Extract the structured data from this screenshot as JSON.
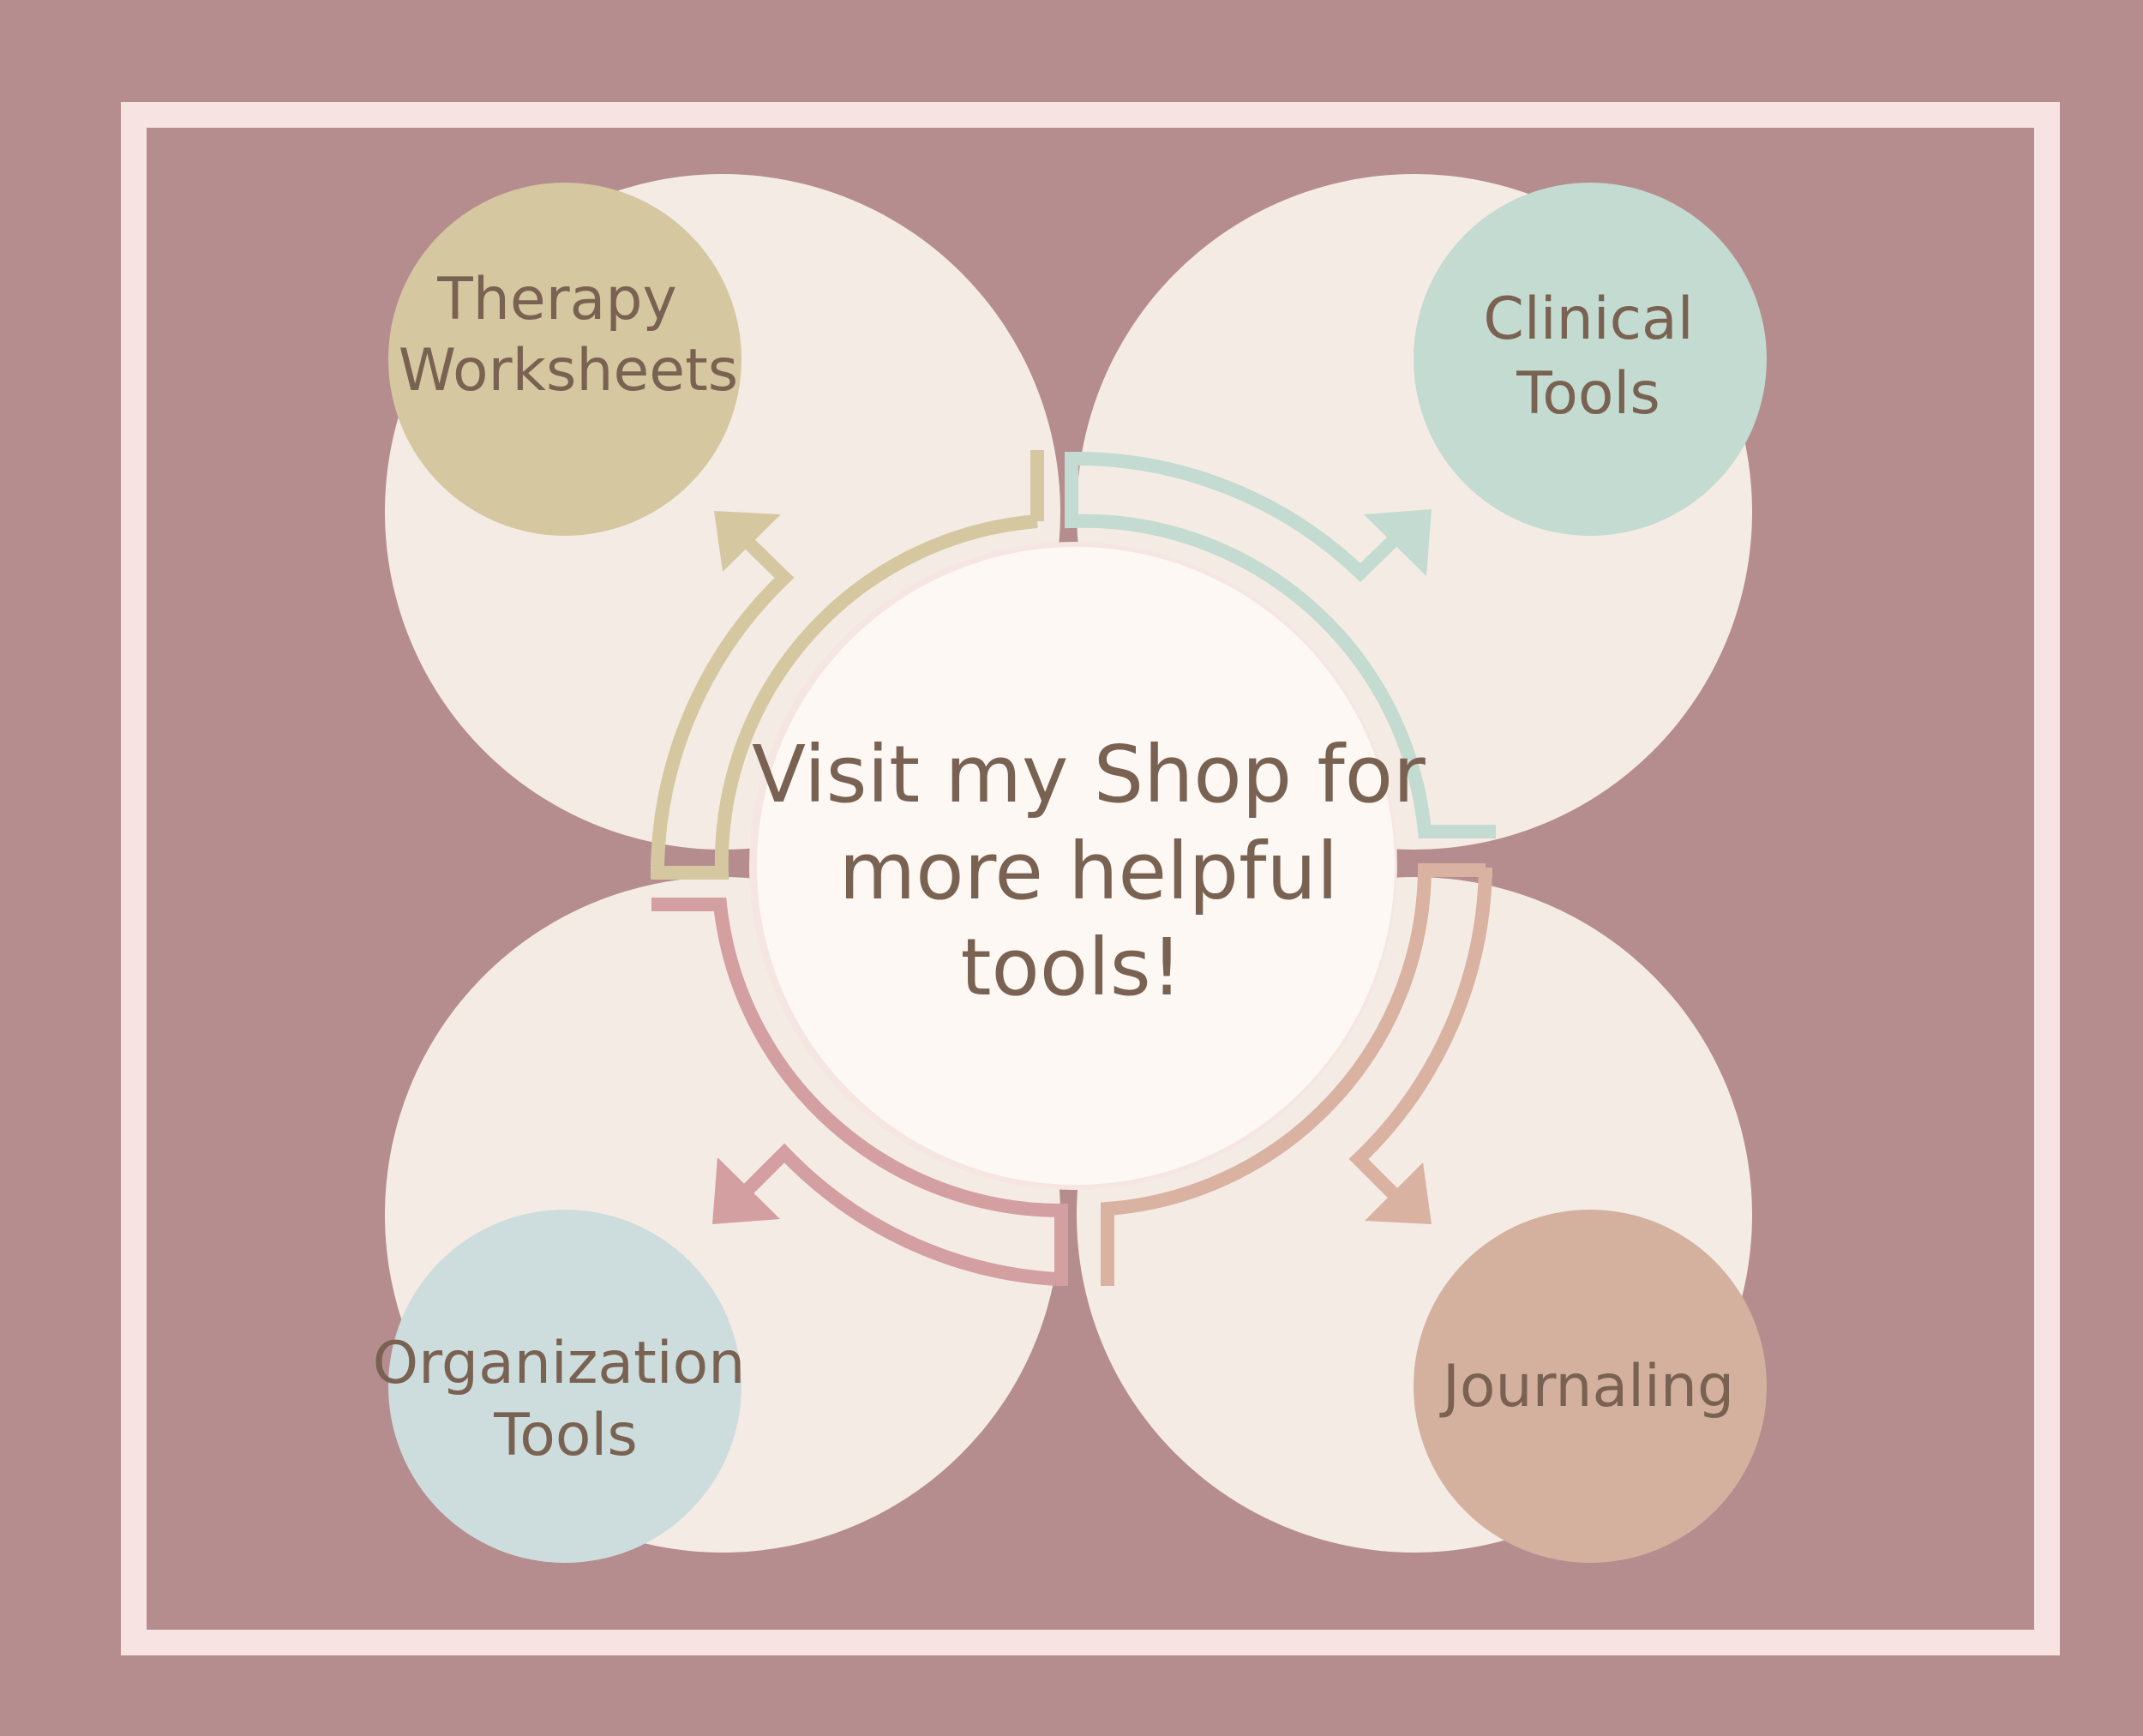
{
  "center": {
    "lines": [
      "Visit my Shop for",
      "more helpful",
      "tools!"
    ]
  },
  "topics": [
    {
      "id": "therapy-worksheets",
      "lines": [
        "Therapy",
        "Worksheets"
      ],
      "color": "#d5c8a0"
    },
    {
      "id": "clinical-tools",
      "lines": [
        "Clinical",
        "Tools"
      ],
      "color": "#c3dbd0"
    },
    {
      "id": "organization-tools",
      "lines": [
        "Organization",
        "Tools"
      ],
      "color": "#cddddd"
    },
    {
      "id": "journaling",
      "lines": [
        "Journaling"
      ],
      "color": "#d4b19e"
    }
  ],
  "colors": {
    "background": "#b68d8e",
    "frame": "#f7e3e1",
    "petal": "#f5ebe5",
    "center": "#fdf8f4",
    "center_ring": "#f5e6e2",
    "text": "#7a6252",
    "arrow_journaling": "#d9b2a1",
    "arrow_organization": "#d49fa1"
  }
}
